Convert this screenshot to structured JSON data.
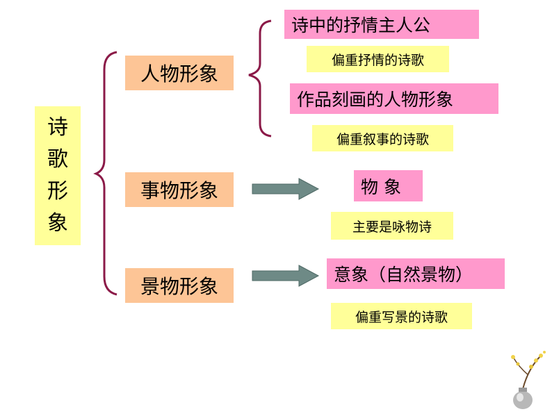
{
  "root": {
    "chars": [
      "诗",
      "歌",
      "形",
      "象"
    ]
  },
  "categories": [
    {
      "label": "人物形象"
    },
    {
      "label": "事物形象"
    },
    {
      "label": "景物形象"
    }
  ],
  "person": {
    "type1": {
      "label": "诗中的抒情主人公",
      "note": "偏重抒情的诗歌"
    },
    "type2": {
      "label": "作品刻画的人物形象",
      "note": "偏重叙事的诗歌"
    }
  },
  "thing": {
    "label": "物 象",
    "note": "主要是咏物诗"
  },
  "scene": {
    "label": "意象（自然景物）",
    "note": "偏重写景的诗歌"
  },
  "colors": {
    "brace": "#8b1a48",
    "arrow": "#6e8a86",
    "peach": "#fdc596",
    "pink": "#ff99cc",
    "yellow": "#ffff99"
  },
  "decoration": {
    "icon": "flower-vase-icon"
  }
}
